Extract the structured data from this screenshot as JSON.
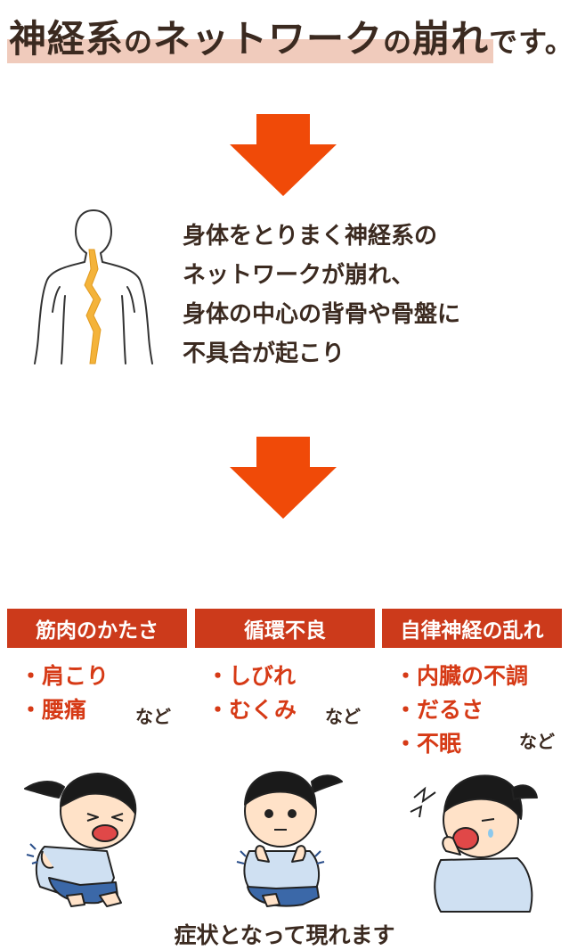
{
  "title": {
    "part1": "神経系",
    "part2": "の",
    "part3": "ネットワーク",
    "part4": "の",
    "part5": "崩れ",
    "part6": "です。"
  },
  "description": [
    "身体をとりまく神経系の",
    "ネットワークが崩れ、",
    "身体の中心の背骨や骨盤に",
    "不具合が起こり"
  ],
  "categories": [
    {
      "label": "筋肉のかたさ",
      "symptoms": [
        "・肩こり",
        "・腰痛"
      ],
      "etc": "など"
    },
    {
      "label": "循環不良",
      "symptoms": [
        "・しびれ",
        "・むくみ"
      ],
      "etc": "など"
    },
    {
      "label": "自律神経の乱れ",
      "symptoms": [
        "・内臓の不調",
        "・だるさ",
        "・不眠"
      ],
      "etc": "など"
    }
  ],
  "footer": "症状となって現れます",
  "colors": {
    "arrow": "#f04a08",
    "header_bg": "#cc3a1b",
    "symptom_text": "#d63a16",
    "title_highlight": "#f0cbbc",
    "text": "#3b2a20"
  }
}
